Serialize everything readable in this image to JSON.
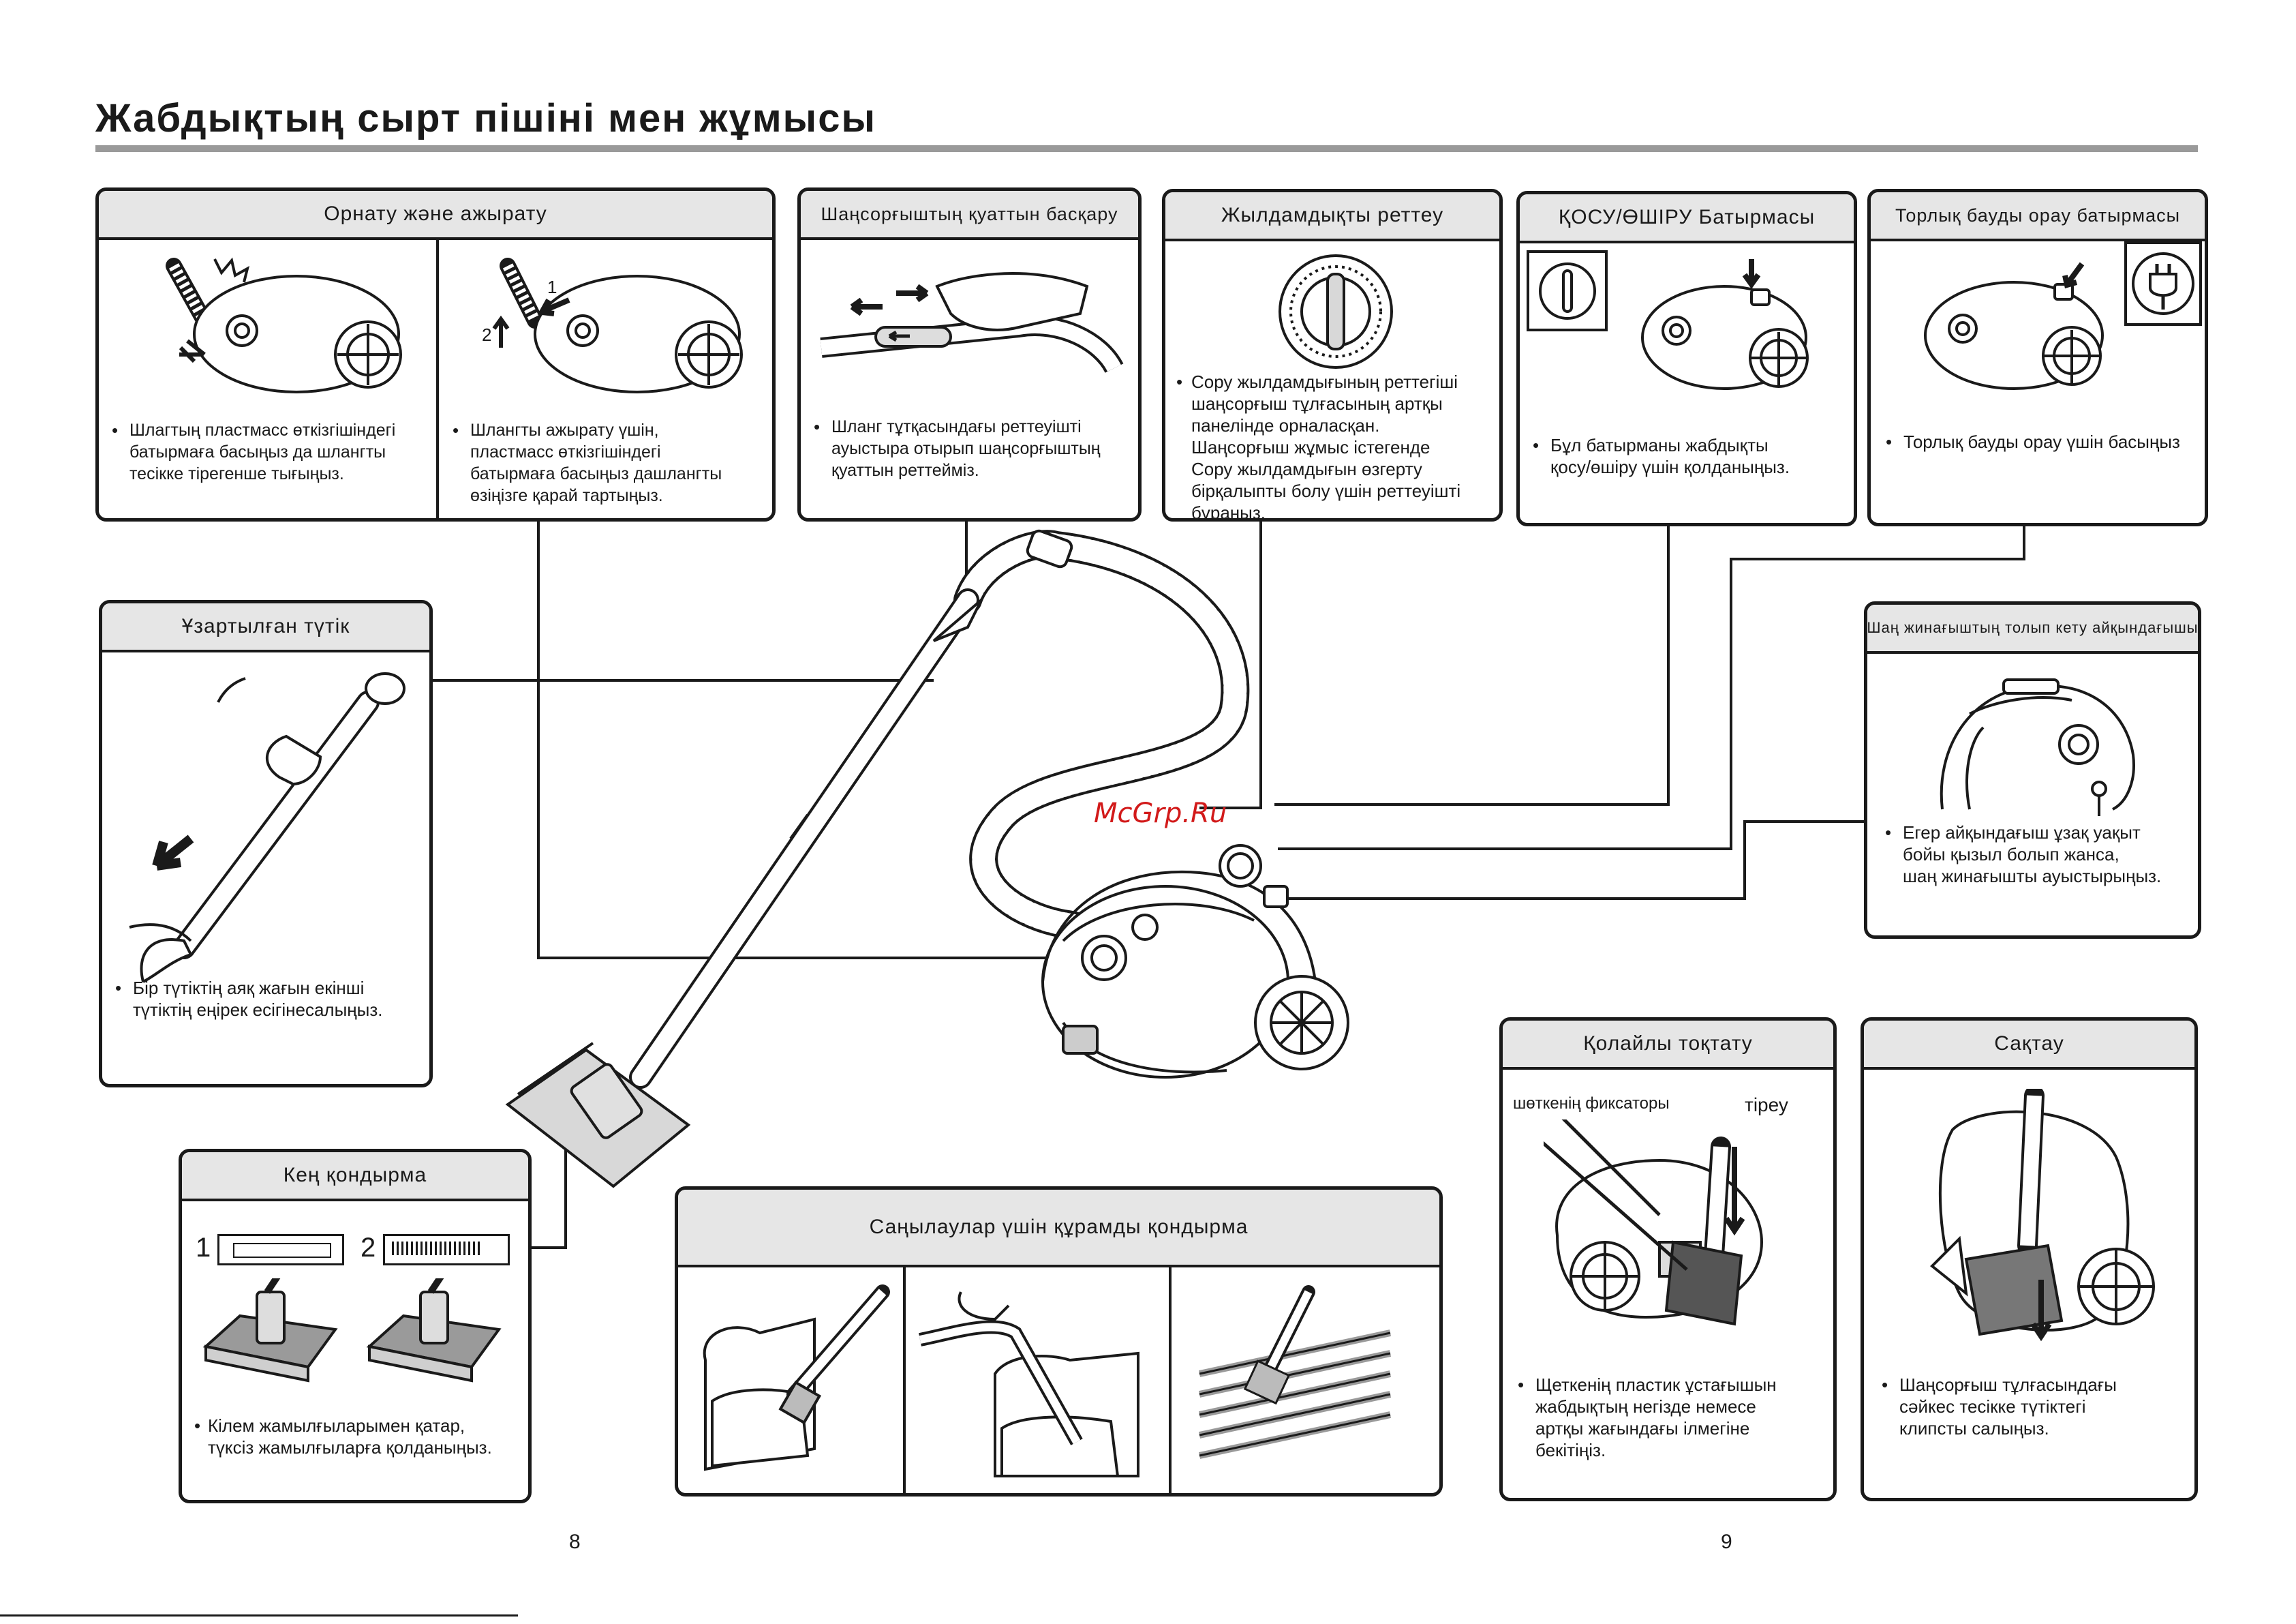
{
  "page": {
    "title": "Жабдықтың сырт пішіні мен жұмысы",
    "watermark": "McGrp.Ru",
    "page_numbers": [
      "8",
      "9"
    ]
  },
  "panels": {
    "install": {
      "title": "Орнату және ажырату",
      "left_text": [
        "Шлагтың пластмасс өткізгішіндегі",
        "батырмаға басыңыз да шлангты",
        "тесікке тірегенше тығыңыз."
      ],
      "right_text": [
        "Шлангты ажырату үшін,",
        "пластмасс өткізгішіндегі",
        "батырмаға басыңыз дашлангты",
        "өзіңізге қарай тартыңыз."
      ],
      "step_labels": [
        "1",
        "2"
      ]
    },
    "suction": {
      "title": "Шаңсорғыштың қуаттын басқару",
      "text": [
        "Шланг тұтқасындағы реттеуішті",
        "ауыстыра отырып шаңсорғыштың",
        "қуаттын реттейміз."
      ]
    },
    "speed": {
      "title": "Жылдамдықты реттеу",
      "text": [
        "Сору жылдамдығының реттегіші",
        "шаңсорғыш тұлғасының артқы",
        "панелінде орналасқан.",
        "Шаңсорғыш жұмыс істегенде",
        "Сору жылдамдығын өзгерту",
        "бірқалыпты болу үшін реттеуішті",
        "бұраңыз."
      ]
    },
    "power": {
      "title": "ҚОСУ/ӨШІРУ Батырмасы",
      "text": [
        "Бұл батырманы жабдықты",
        "қосу/өшіру үшін қолданыңыз."
      ]
    },
    "cord": {
      "title": "Торлық бауды орау батырмасы",
      "text": [
        "Торлық бауды орау үшін басыңыз"
      ]
    },
    "tube": {
      "title": "Ұзартылған түтік",
      "text": [
        "Бір түтіктің аяқ жағын екінші",
        "түтіктің еңірек есігінесалыңыз."
      ]
    },
    "dust": {
      "title": "Шаң жинағыштың толып кету айқындағышы",
      "text": [
        "Егер айқындағыш ұзақ уақыт",
        "бойы қызыл болып жанса,",
        "шаң жинағышты ауыстырыңыз."
      ]
    },
    "wide": {
      "title": "Кең қондырма",
      "labels": [
        "1",
        "2"
      ],
      "text": [
        "Кілем жамылғыларымен қатар,",
        "түксіз жамылғыларға қолданыңыз."
      ]
    },
    "crevice": {
      "title": "Саңылаулар үшін құрамды қондырма"
    },
    "parking": {
      "title": "Қолайлы тоқтату",
      "label_left": "шөткенің фиксаторы",
      "label_right": "тіреу",
      "text": [
        "Щеткенің пластик ұстағышын",
        "жабдықтың негізде немесе",
        "артқы жағындағы ілмегіне",
        "бекітіңіз."
      ]
    },
    "storage": {
      "title": "Сақтау",
      "text": [
        "Шаңсорғыш тұлғасындағы",
        "сәйкес тесікке түтіктегі",
        "клипсты салыңыз."
      ]
    }
  }
}
